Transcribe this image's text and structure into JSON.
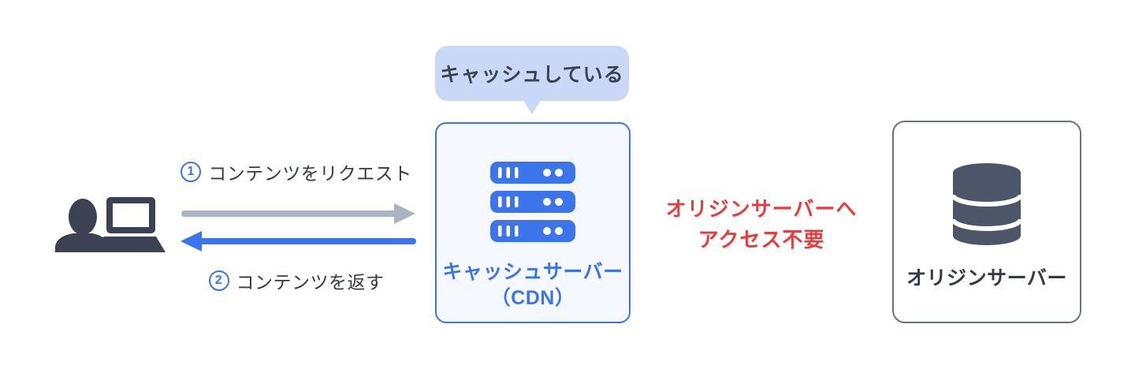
{
  "palette": {
    "blue": "#3C74EC",
    "arrow_gray": "#A9B3C3",
    "bubble_bg": "#C9D8F7",
    "cache_box_bg": "#F5F9FF",
    "origin_border_gray": "#6A7282",
    "icon_dark": "#3B4254",
    "text_dark": "#353B46",
    "note_red": "#E53E3E",
    "background": "#FFFFFF"
  },
  "speech_bubble": {
    "text": "キャッシュしている"
  },
  "client": {
    "icon": "person-laptop-icon"
  },
  "flow_request": {
    "number": "1",
    "label": "コンテンツをリクエスト",
    "direction": "right"
  },
  "flow_response": {
    "number": "2",
    "label": "コンテンツを返す",
    "direction": "left"
  },
  "cache_server": {
    "icon": "server-stack-icon",
    "label_line1": "キャッシュサーバー",
    "label_line2": "（CDN）"
  },
  "note": {
    "line1": "オリジンサーバーへ",
    "line2": "アクセス不要"
  },
  "origin_server": {
    "icon": "database-icon",
    "label": "オリジンサーバー"
  }
}
